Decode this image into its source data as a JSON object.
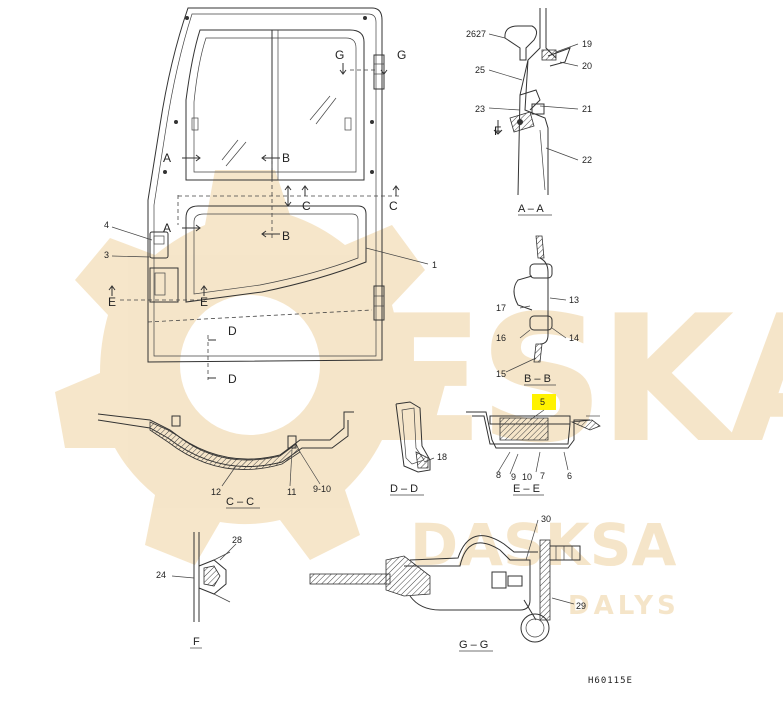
{
  "watermark": {
    "brand_big": "ESKA",
    "brand_mid": "DASKSA",
    "brand_small": "DALYS",
    "color": "#f5e3c4"
  },
  "drawing_code": "H60115E",
  "highlight_color": "#fff200",
  "callouts": {
    "c1": "1",
    "c3": "3",
    "c4": "4",
    "c5": "5",
    "c6": "6",
    "c7": "7",
    "c8": "8",
    "c9": "9",
    "c10": "10",
    "c910": "9-10",
    "c11": "11",
    "c12": "12",
    "c13": "13",
    "c14": "14",
    "c15": "15",
    "c16": "16",
    "c17": "17",
    "c18": "18",
    "c19": "19",
    "c20": "20",
    "c21": "21",
    "c22": "22",
    "c23": "23",
    "c24": "24",
    "c25": "25",
    "c2627": "2627",
    "c28": "28",
    "c29": "29",
    "c30": "30"
  },
  "section_markers": {
    "a": "A",
    "b": "B",
    "c": "C",
    "d": "D",
    "e": "E",
    "f": "F",
    "g": "G"
  },
  "section_titles": {
    "aa": "A – A",
    "bb": "B – B",
    "cc": "C – C",
    "dd": "D – D",
    "ee": "E – E",
    "f": "F",
    "gg": "G – G"
  }
}
